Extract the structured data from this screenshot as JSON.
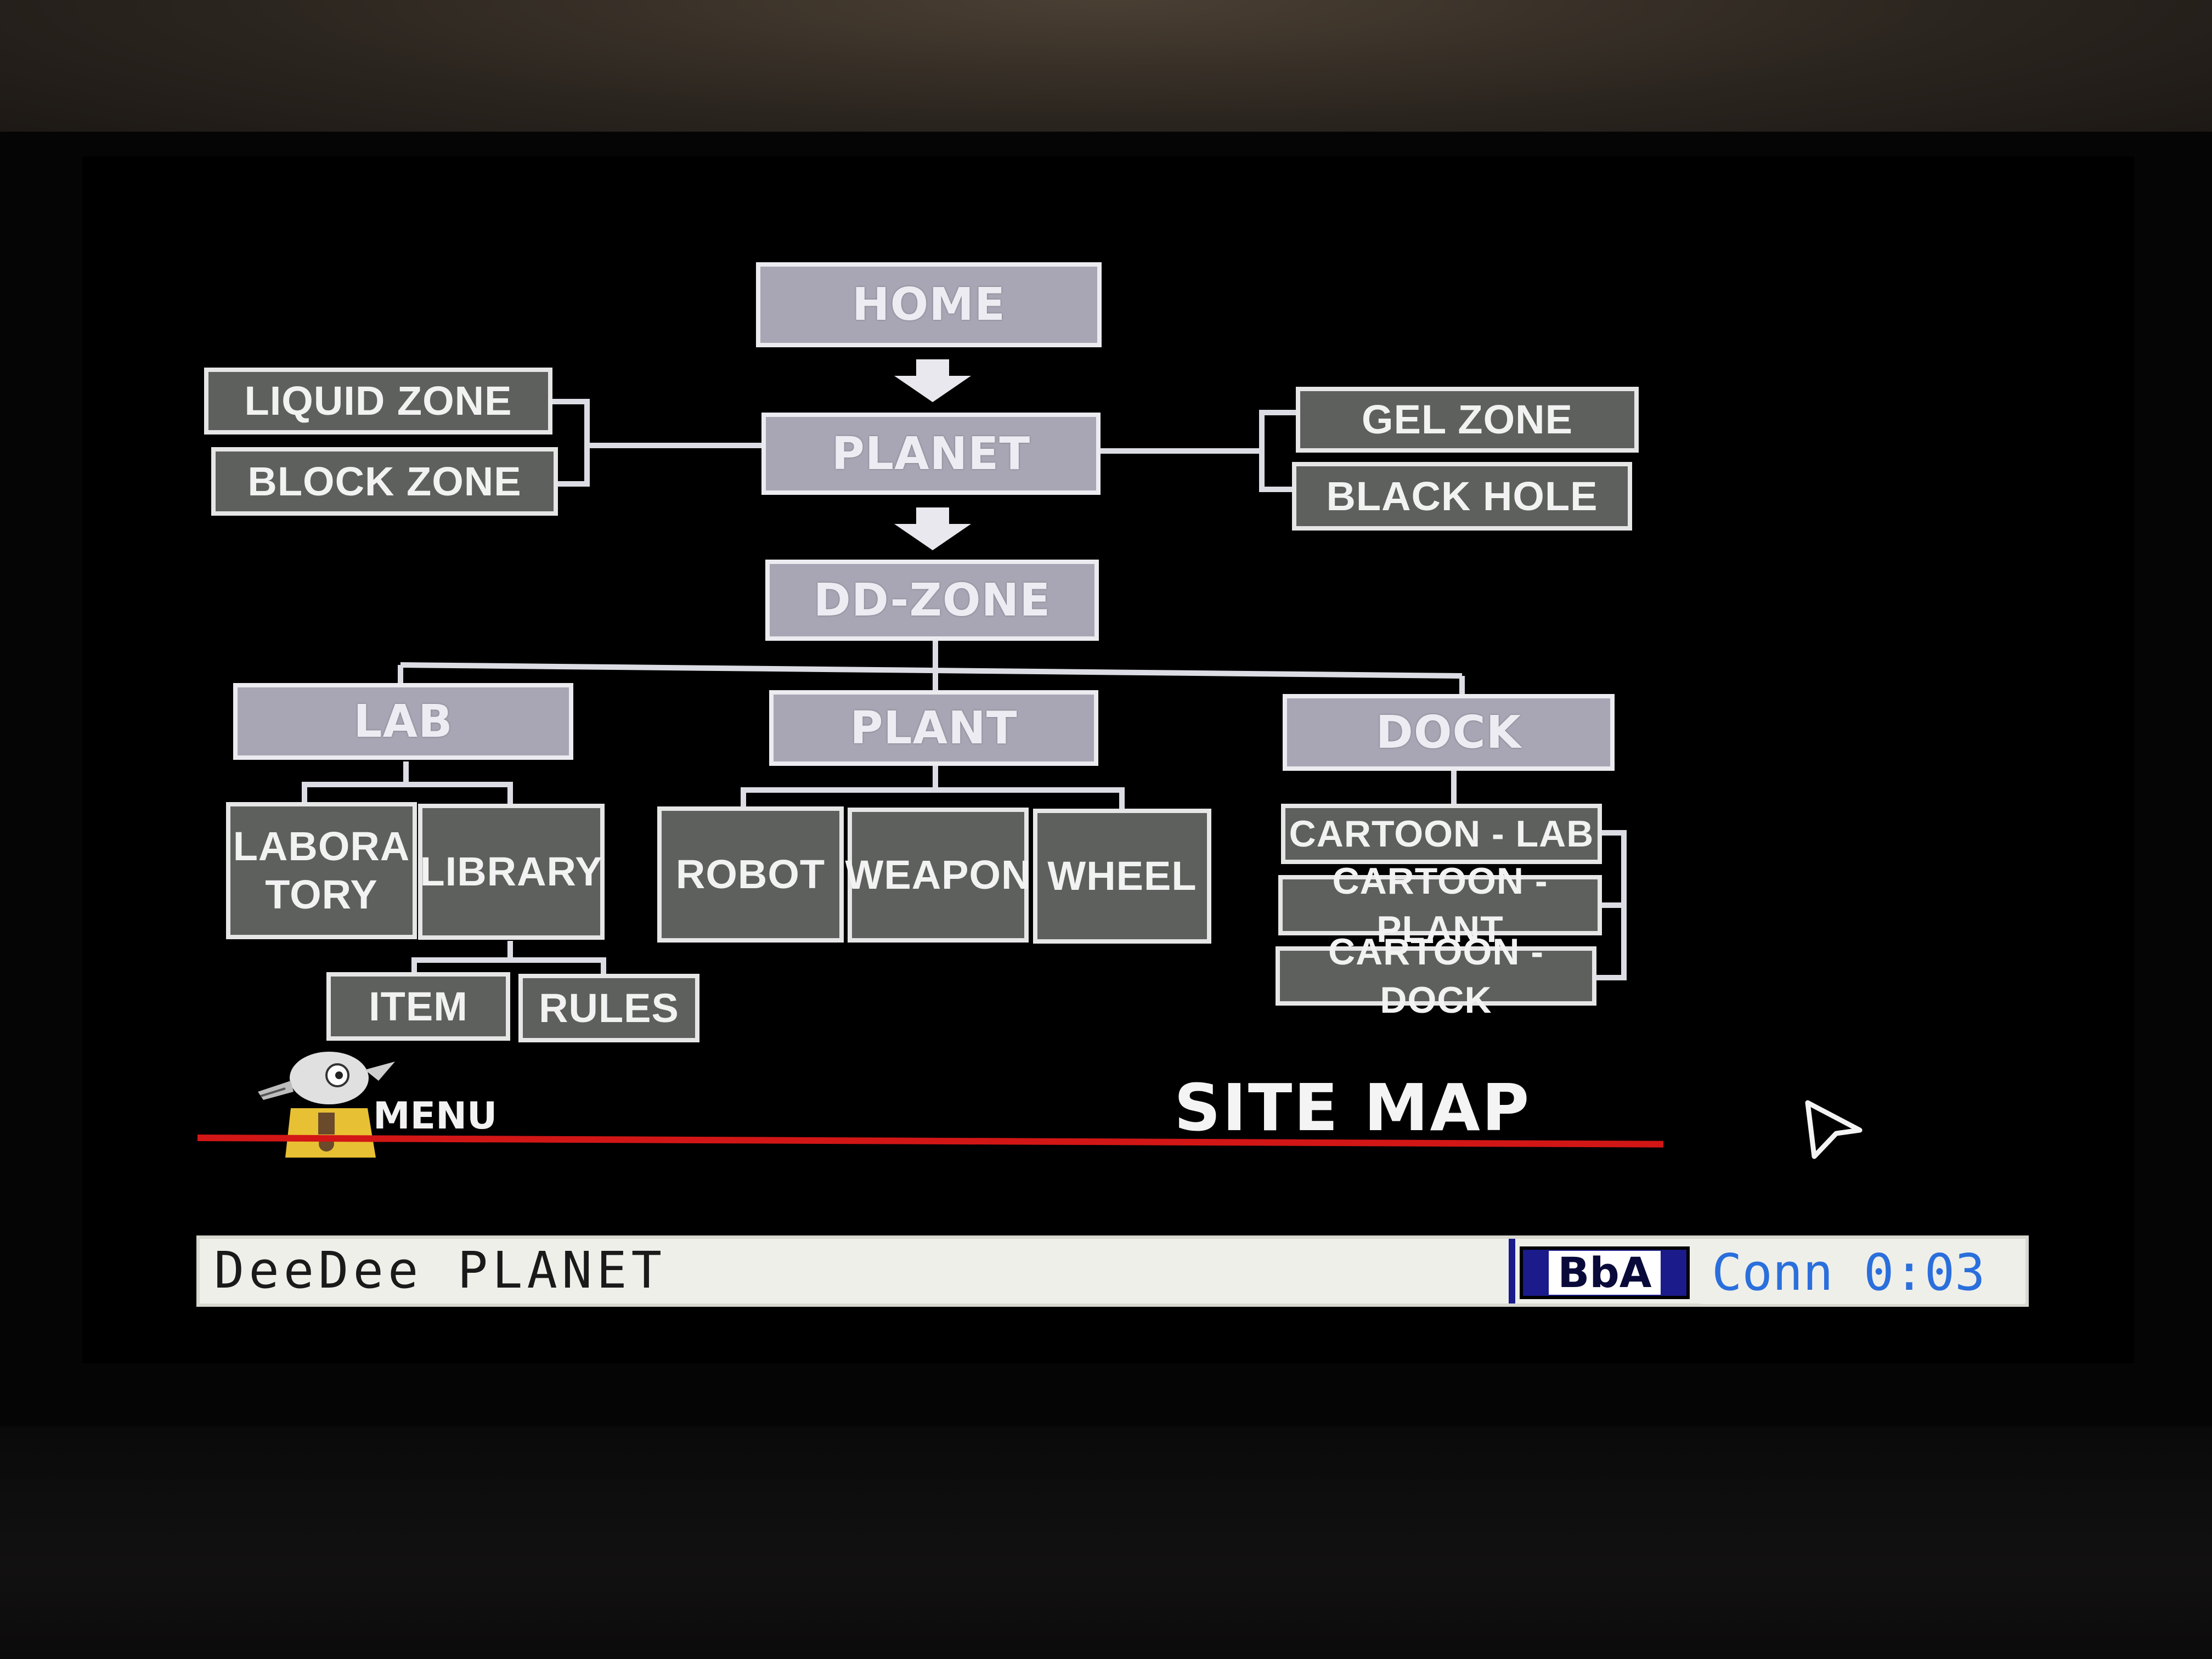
{
  "sitemap": {
    "home": "HOME",
    "planet": "PLANET",
    "liquid_zone": "LIQUID ZONE",
    "block_zone": "BLOCK ZONE",
    "gel_zone": "GEL ZONE",
    "black_hole": "BLACK HOLE",
    "dd_zone": "DD-ZONE",
    "lab": "LAB",
    "plant": "PLANT",
    "dock": "DOCK",
    "laboratory_line1": "LABORA",
    "laboratory_line2": "TORY",
    "library": "LIBRARY",
    "item": "ITEM",
    "rules": "RULES",
    "robot": "ROBOT",
    "weapon": "WEAPON",
    "wheel": "WHEEL",
    "cartoon_lab": "CARTOON - LAB",
    "cartoon_plant": "CARTOON - PLANT",
    "cartoon_dock": "CARTOON - DOCK"
  },
  "footer": {
    "menu_label": "MENU",
    "page_title": "SITE MAP"
  },
  "status_bar": {
    "title": "DeeDee PLANET",
    "badge": "BbA",
    "connection": "Conn 0:03"
  },
  "colors": {
    "accent_line": "#d21616",
    "light_box": "#a8a6b4",
    "dark_box": "#5d605c",
    "connection_text": "#2a6fdc"
  }
}
